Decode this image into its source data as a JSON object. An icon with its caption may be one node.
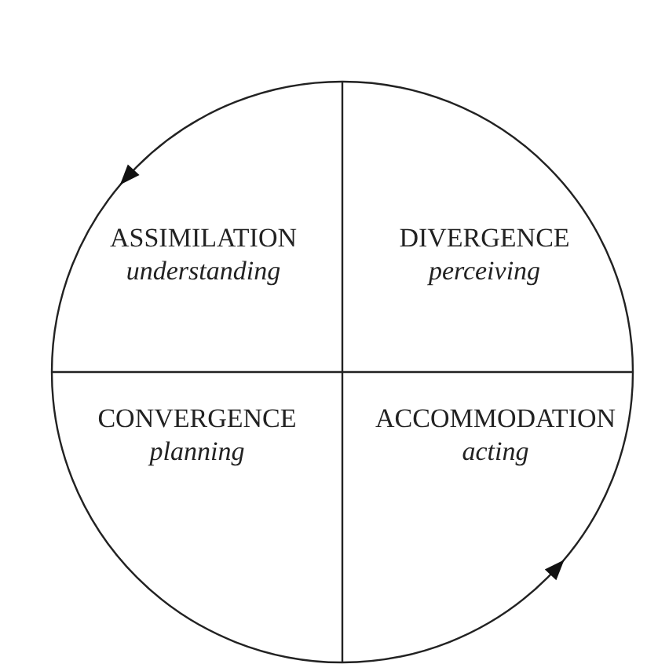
{
  "diagram": {
    "nodes": [
      {
        "text": [
          "ASSIMILATION",
          "understanding"
        ]
      },
      {
        "text": [
          "DIVERGENCE",
          "perceiving"
        ]
      },
      {
        "text": [
          "CONVERGENCE",
          "planning"
        ]
      },
      {
        "text": [
          "ACCOMMODATION",
          "acting"
        ]
      }
    ]
  }
}
